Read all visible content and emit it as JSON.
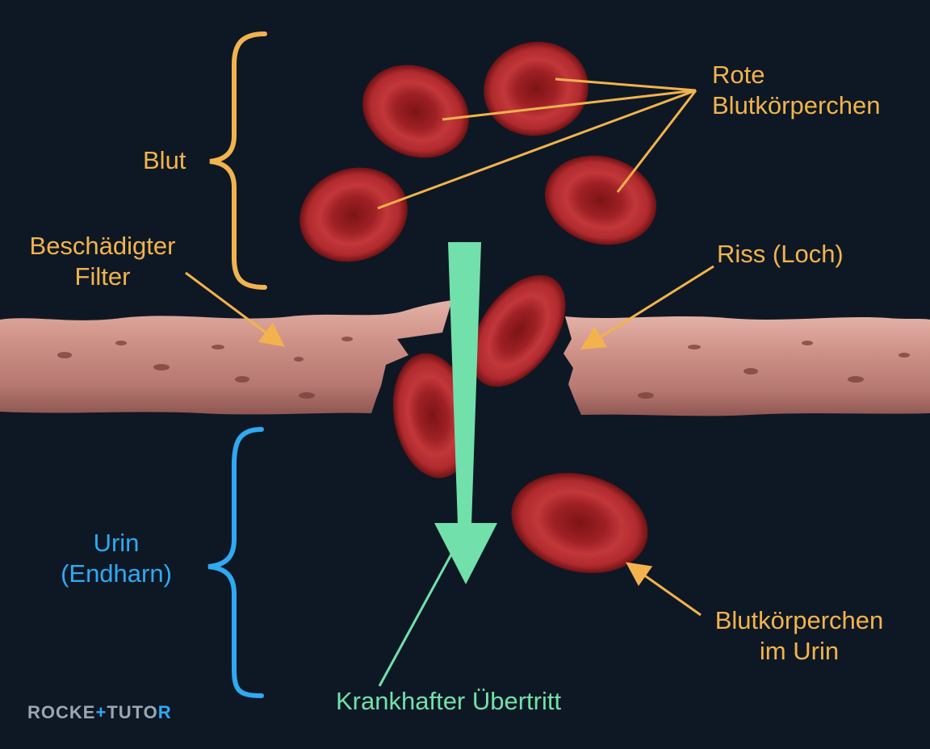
{
  "labels": {
    "blood": "Blut",
    "damaged_filter_line1": "Beschädigter",
    "damaged_filter_line2": "Filter",
    "rbc_line1": "Rote",
    "rbc_line2": "Blutkörperchen",
    "tear": "Riss (Loch)",
    "urine_line1": "Urin",
    "urine_line2": "(Endharn)",
    "cells_in_urine_line1": "Blutkörperchen",
    "cells_in_urine_line2": "im Urin",
    "pathological_passage": "Krankhafter Übertritt"
  },
  "logo": {
    "text_a": "ROCKE",
    "text_b": "TUTO",
    "text_c": "R"
  },
  "colors": {
    "background": "#0e1824",
    "label_orange": "#f2b34e",
    "label_blue": "#2fa9f2",
    "arrow_green": "#72e0ab",
    "cell_red": "#b3282c",
    "membrane_pink": "#c98a80"
  }
}
